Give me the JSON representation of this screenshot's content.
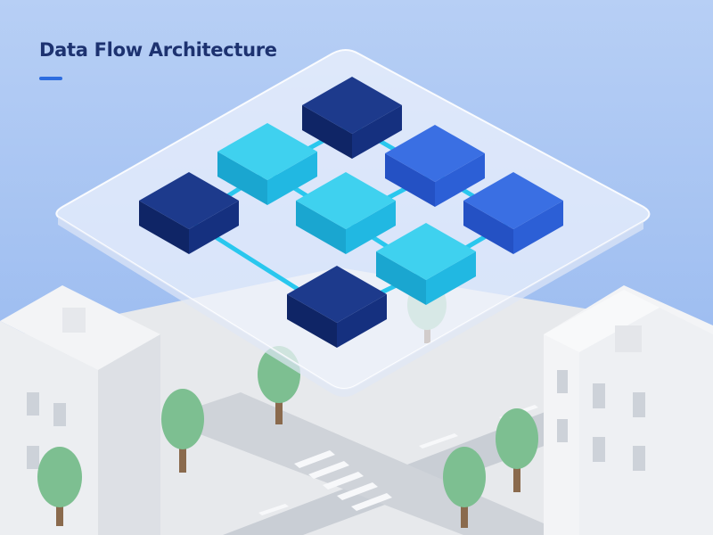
{
  "diagram": {
    "title": "Data Flow Architecture"
  },
  "colors": {
    "sky": "#95b9ef",
    "sky_light": "#b9d0f4",
    "accent": "#2d6cdf",
    "title_text": "#1d3270",
    "panel": "#e9effb",
    "node_navy": "#15307f",
    "node_blue": "#2f62da",
    "node_cyan": "#23c1e6",
    "connector": "#29c7ee",
    "tree": "#7dbf91",
    "trunk": "#8a6a4d",
    "road": "#c8cdd4",
    "building": "#f4f5f7"
  },
  "nodes": [
    {
      "id": "n1",
      "tone": "navy"
    },
    {
      "id": "n2",
      "tone": "cyan"
    },
    {
      "id": "n3",
      "tone": "blue"
    },
    {
      "id": "n4",
      "tone": "navy"
    },
    {
      "id": "n5",
      "tone": "cyan"
    },
    {
      "id": "n6",
      "tone": "blue"
    },
    {
      "id": "n7",
      "tone": "cyan"
    },
    {
      "id": "n8",
      "tone": "navy"
    },
    {
      "id": "n9",
      "tone": "cyan"
    }
  ],
  "connections": [
    {
      "from": "n1",
      "to": "n2"
    },
    {
      "from": "n1",
      "to": "n3"
    },
    {
      "from": "n2",
      "to": "n4"
    },
    {
      "from": "n2",
      "to": "n5"
    },
    {
      "from": "n3",
      "to": "n5"
    },
    {
      "from": "n3",
      "to": "n6"
    },
    {
      "from": "n4",
      "to": "n8"
    },
    {
      "from": "n5",
      "to": "n7"
    },
    {
      "from": "n6",
      "to": "n7"
    },
    {
      "from": "n7",
      "to": "n8"
    }
  ]
}
